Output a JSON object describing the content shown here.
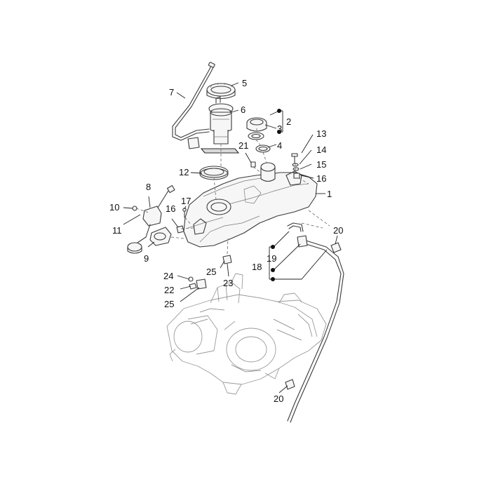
{
  "labels": [
    {
      "id": "l1",
      "text": "1"
    },
    {
      "id": "l2",
      "text": "2"
    },
    {
      "id": "l3",
      "text": "3"
    },
    {
      "id": "l4",
      "text": "4"
    },
    {
      "id": "l5",
      "text": "5"
    },
    {
      "id": "l6",
      "text": "6"
    },
    {
      "id": "l7",
      "text": "7"
    },
    {
      "id": "l8",
      "text": "8"
    },
    {
      "id": "l9",
      "text": "9"
    },
    {
      "id": "l10",
      "text": "10"
    },
    {
      "id": "l11",
      "text": "11"
    },
    {
      "id": "l12",
      "text": "12"
    },
    {
      "id": "l13",
      "text": "13"
    },
    {
      "id": "l14",
      "text": "14"
    },
    {
      "id": "l15",
      "text": "15"
    },
    {
      "id": "l16a",
      "text": "16"
    },
    {
      "id": "l16b",
      "text": "16"
    },
    {
      "id": "l17",
      "text": "17"
    },
    {
      "id": "l18",
      "text": "18"
    },
    {
      "id": "l19",
      "text": "19"
    },
    {
      "id": "l20a",
      "text": "20"
    },
    {
      "id": "l20b",
      "text": "20"
    },
    {
      "id": "l21",
      "text": "21"
    },
    {
      "id": "l22",
      "text": "22"
    },
    {
      "id": "l23",
      "text": "23"
    },
    {
      "id": "l24",
      "text": "24"
    },
    {
      "id": "l25a",
      "text": "25"
    },
    {
      "id": "l25b",
      "text": "25"
    }
  ]
}
